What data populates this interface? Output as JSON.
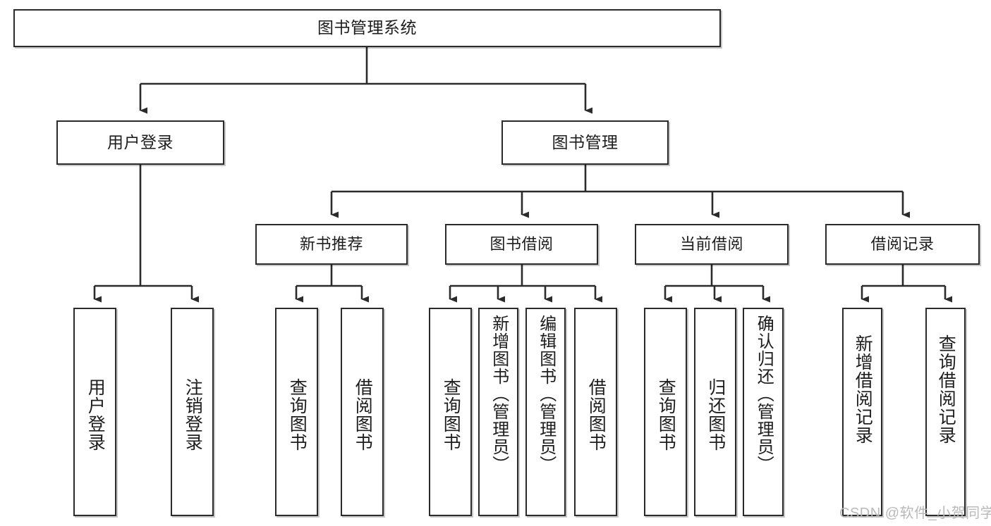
{
  "diagram": {
    "type": "tree-hierarchy",
    "title": "图书管理系统",
    "watermark": "CSDN @软件_小贺同学",
    "colors": {
      "box_border": "#2b2b2b",
      "box_fill": "#ffffff",
      "connector": "#2b2b2b",
      "text": "#1d1d1d",
      "watermark": "#b9b9b9"
    },
    "root": {
      "label": "图书管理系统"
    },
    "level1": [
      {
        "label": "用户登录"
      },
      {
        "label": "图书管理"
      }
    ],
    "level2": [
      {
        "label": "新书推荐"
      },
      {
        "label": "图书借阅"
      },
      {
        "label": "当前借阅"
      },
      {
        "label": "借阅记录"
      }
    ],
    "leaves": {
      "user_login": [
        {
          "label": "用户登录"
        },
        {
          "label": "注销登录"
        }
      ],
      "new_book": [
        {
          "label": "查询图书"
        },
        {
          "label": "借阅图书"
        }
      ],
      "book_borrow": [
        {
          "label": "查询图书"
        },
        {
          "label": "新增图书（管理员）"
        },
        {
          "label": "编辑图书（管理员）"
        },
        {
          "label": "借阅图书"
        }
      ],
      "current_borrow": [
        {
          "label": "查询图书"
        },
        {
          "label": "归还图书"
        },
        {
          "label": "确认归还（管理员）"
        }
      ],
      "borrow_record": [
        {
          "label": "新增借阅记录"
        },
        {
          "label": "查询借阅记录"
        }
      ]
    }
  }
}
